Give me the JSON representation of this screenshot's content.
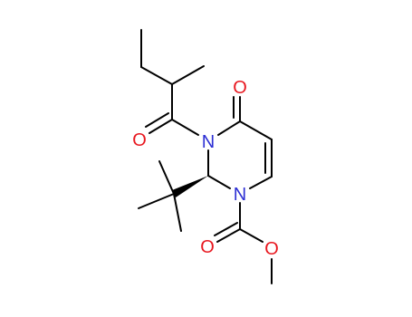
{
  "molecule": {
    "atom_colors": {
      "O": "#e8171f",
      "N": "#2d2fd4",
      "C": "#000000"
    },
    "atoms": [
      {
        "id": "N1",
        "element": "N",
        "label": "N"
      },
      {
        "id": "N3",
        "element": "N",
        "label": "N"
      },
      {
        "id": "O_ring",
        "element": "O",
        "label": "O"
      },
      {
        "id": "O_acyl",
        "element": "O",
        "label": "O"
      },
      {
        "id": "O_carbonyl",
        "element": "O",
        "label": "O"
      },
      {
        "id": "O_ester",
        "element": "O",
        "label": "O"
      }
    ],
    "stereo_bonds": [
      "wedge C2-tBu"
    ]
  }
}
